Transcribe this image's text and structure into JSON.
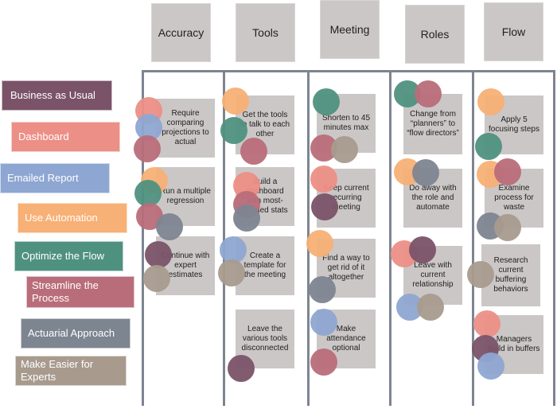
{
  "colors": {
    "business_as_usual": "#7a5369",
    "dashboard": "#ec8f86",
    "emailed_report": "#8ea6d2",
    "use_automation": "#f7b076",
    "optimize_flow": "#4f917f",
    "streamline": "#b96d7a",
    "actuarial": "#7d8591",
    "experts": "#a89b8e"
  },
  "headers": [
    "Accuracy",
    "Tools",
    "Meeting",
    "Roles",
    "Flow"
  ],
  "legend": [
    {
      "label": "Business as Usual",
      "color": "business_as_usual"
    },
    {
      "label": "Dashboard",
      "color": "dashboard"
    },
    {
      "label": "Emailed Report",
      "color": "emailed_report"
    },
    {
      "label": "Use Automation",
      "color": "use_automation"
    },
    {
      "label": "Optimize the Flow",
      "color": "optimize_flow"
    },
    {
      "label": "Streamline the Process",
      "color": "streamline"
    },
    {
      "label": "Actuarial Approach",
      "color": "actuarial"
    },
    {
      "label": "Make Easier for Experts",
      "color": "experts"
    }
  ],
  "cards": [
    {
      "text": "Require comparing projections to actual",
      "dots": [
        "dashboard",
        "emailed_report",
        "streamline"
      ]
    },
    {
      "text": "Run a multiple regression",
      "dots": [
        "use_automation",
        "optimize_flow",
        "streamline",
        "actuarial"
      ]
    },
    {
      "text": "Continue with expert estimates",
      "dots": [
        "business_as_usual",
        "experts"
      ]
    },
    {
      "text": "Get the tools to talk to each other",
      "dots": [
        "use_automation",
        "optimize_flow",
        "streamline"
      ]
    },
    {
      "text": "Build a dashboard with most-needed stats",
      "dots": [
        "dashboard",
        "streamline",
        "actuarial"
      ]
    },
    {
      "text": "Create a template for the meeting",
      "dots": [
        "emailed_report",
        "experts"
      ]
    },
    {
      "text": "Leave the various tools disconnected",
      "dots": [
        "business_as_usual"
      ]
    },
    {
      "text": "Shorten to 45 minutes max",
      "dots": [
        "optimize_flow",
        "streamline",
        "experts"
      ]
    },
    {
      "text": "Keep current recurring meeting",
      "dots": [
        "dashboard",
        "business_as_usual"
      ]
    },
    {
      "text": "Find a way to get rid of it altogether",
      "dots": [
        "use_automation",
        "actuarial"
      ]
    },
    {
      "text": "Make attendance optional",
      "dots": [
        "emailed_report",
        "streamline"
      ]
    },
    {
      "text": "Change from “planners” to “flow directors”",
      "dots": [
        "optimize_flow",
        "streamline"
      ]
    },
    {
      "text": "Do away with the role and automate",
      "dots": [
        "use_automation",
        "actuarial"
      ]
    },
    {
      "text": "Leave with current relationship",
      "dots": [
        "dashboard",
        "business_as_usual",
        "emailed_report",
        "experts"
      ]
    },
    {
      "text": "Apply 5 focusing steps",
      "dots": [
        "use_automation",
        "optimize_flow"
      ]
    },
    {
      "text": "Examine process for waste",
      "dots": [
        "use_automation",
        "streamline",
        "actuarial",
        "experts"
      ]
    },
    {
      "text": "Research current buffering behaviors",
      "dots": [
        "experts"
      ]
    },
    {
      "text": "Managers build in buffers",
      "dots": [
        "dashboard",
        "business_as_usual",
        "emailed_report"
      ]
    }
  ]
}
